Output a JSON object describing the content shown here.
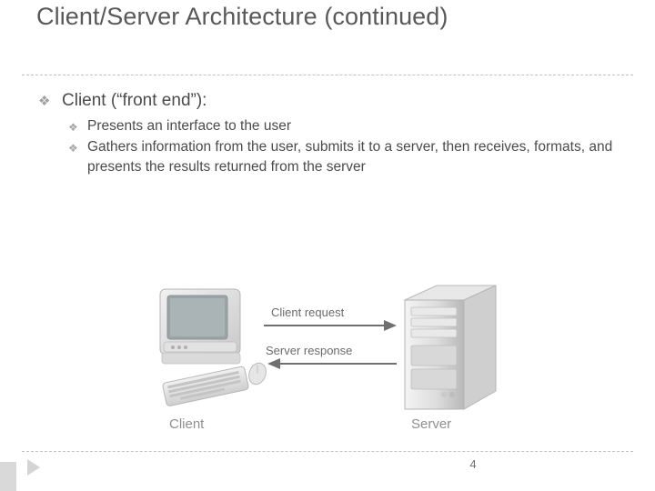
{
  "slide": {
    "title": "Client/Server Architecture (continued)",
    "page_number": "4",
    "bullets": {
      "level1": "Client (“front end”):",
      "level2": [
        "Presents an interface to the user",
        "Gathers information from the user, submits it to a server, then receives, formats, and presents the results returned from the server"
      ]
    },
    "diagram": {
      "client_caption": "Client",
      "server_caption": "Server",
      "request_label": "Client request",
      "response_label": "Server response"
    },
    "colors": {
      "title_text": "#595959",
      "body_text": "#4b4b4b",
      "divider": "#c2c2c2",
      "caption_text": "#8f8f8f"
    }
  }
}
